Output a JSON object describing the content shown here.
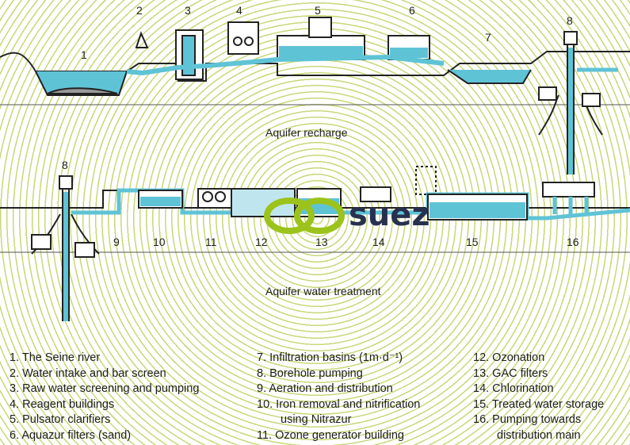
{
  "diagram": {
    "top_section_caption": "Aquifer recharge",
    "bottom_section_caption": "Aquifer water treatment",
    "top_markers": [
      "1",
      "2",
      "3",
      "4",
      "5",
      "6",
      "7",
      "8"
    ],
    "bottom_markers": [
      "8",
      "9",
      "10",
      "11",
      "12",
      "13",
      "14",
      "15",
      "16"
    ],
    "watermark": "suez",
    "colors": {
      "water": "#5fc3d6",
      "rings": "#c9d77a",
      "logo_green": "#9cc31b",
      "logo_text": "#27314f",
      "ink": "#1e1e1e"
    }
  },
  "legend": {
    "col1": [
      "1. The Seine river",
      "2. Water intake and bar screen",
      "3. Raw water screening and pumping",
      "4. Reagent buildings",
      "5. Pulsator clarifiers",
      "6. Aquazur filters (sand)"
    ],
    "col2": [
      "7. Infiltration basins (1m·d⁻¹)",
      "8. Borehole pumping",
      "9. Aeration and distribution",
      "10. Iron removal and nitrification",
      "using Nitrazur",
      "11. Ozone generator building"
    ],
    "col3": [
      "12. Ozonation",
      "13. GAC filters",
      "14. Chlorination",
      "15. Treated water storage",
      "16. Pumping towards",
      "distribution main"
    ]
  }
}
